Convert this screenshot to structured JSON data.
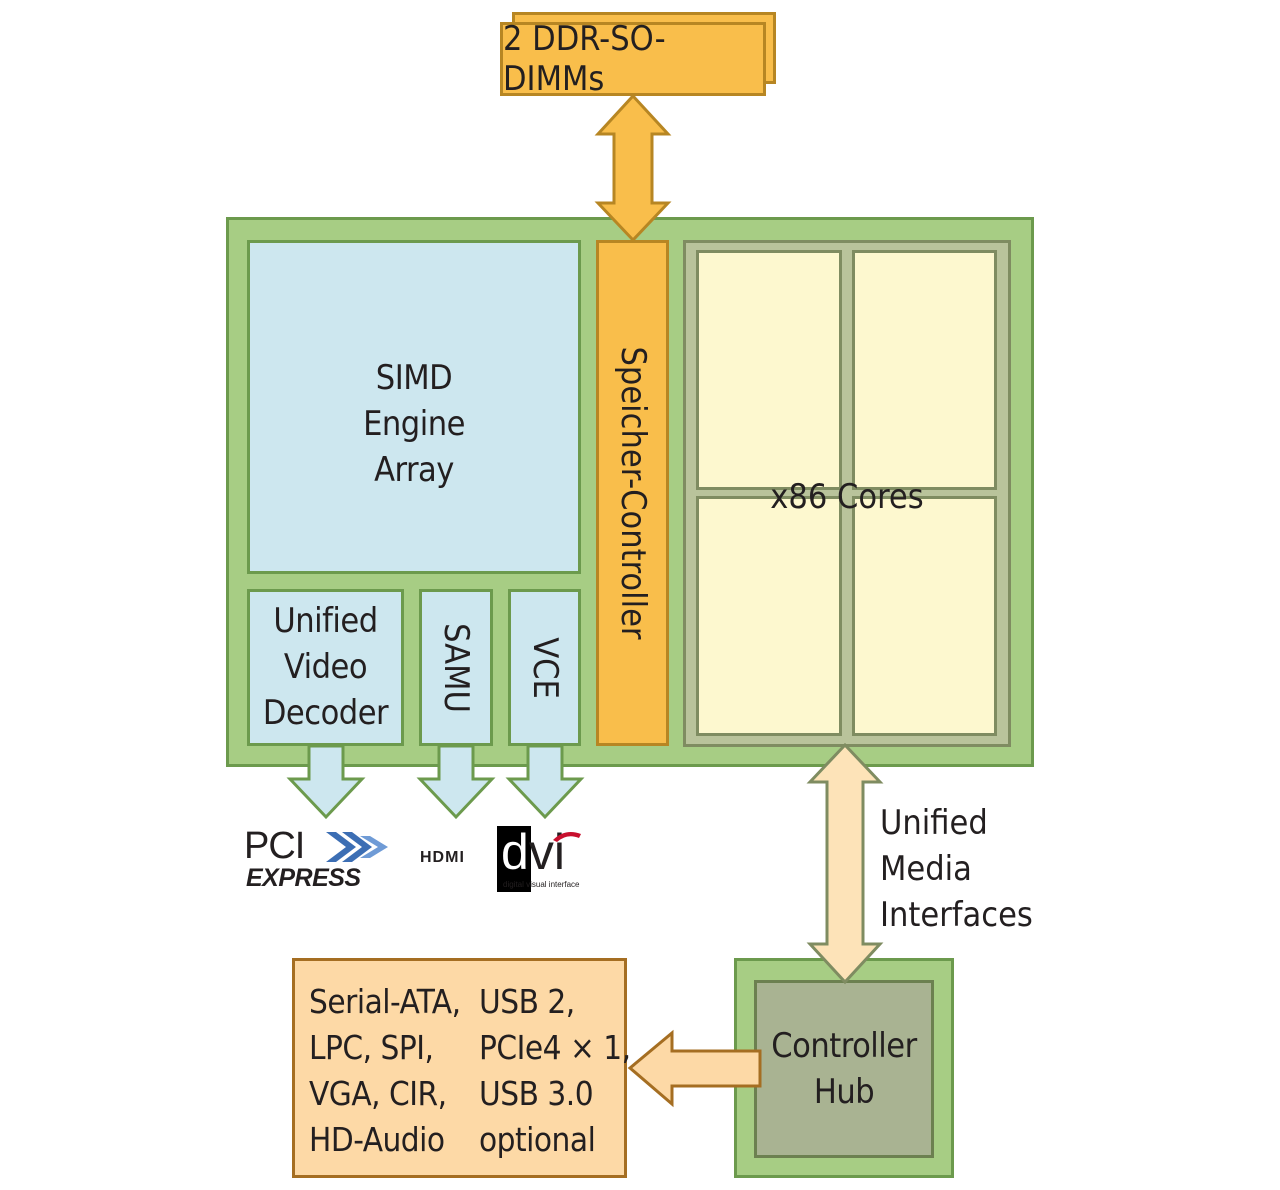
{
  "memory": {
    "label": "2 DDR-SO-DIMMs"
  },
  "apu": {
    "simd_label": [
      "SIMD",
      "Engine",
      "Array"
    ],
    "uvd_label": [
      "Unified",
      "Video",
      "Decoder"
    ],
    "samu_label": "SAMU",
    "vce_label": "VCE",
    "memory_controller_label": "Speicher-Controller",
    "cores_label": "x86 Cores"
  },
  "interfaces": {
    "umi_label": [
      "Unified",
      "Media",
      "Interfaces"
    ],
    "hub_label": [
      "Controller",
      "Hub"
    ]
  },
  "io": {
    "col1": [
      "Serial-ATA,",
      "LPC, SPI,",
      "VGA, CIR,",
      "HD-Audio"
    ],
    "col2": [
      "USB 2,",
      "PCIe4 × 1,",
      "USB 3.0",
      "optional"
    ]
  },
  "logos": {
    "pci_top": "PCI",
    "pci_bottom": "EXPRESS",
    "hdmi": "HDMI",
    "dvi_d": "d",
    "dvi_rest": "vi",
    "dvi_sub": "digital visual interface"
  },
  "colors": {
    "die_green": "#a7cd84",
    "simd_blue": "#cde7ef",
    "memory_orange": "#f9be4b",
    "core_yellow": "#fdf8cf",
    "io_peach": "#fdd9a6"
  }
}
